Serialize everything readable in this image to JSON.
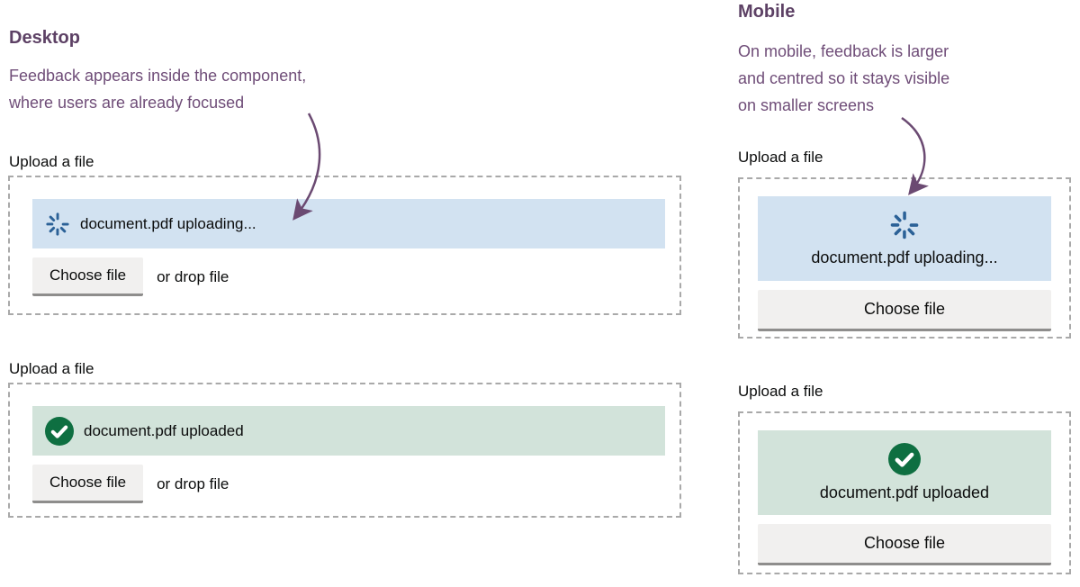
{
  "annotations": {
    "desktop": {
      "heading": "Desktop",
      "line1": "Feedback appears inside the component,",
      "line2": "where users are already focused"
    },
    "mobile": {
      "heading": "Mobile",
      "line1": "On mobile, feedback is larger",
      "line2": "and centred so it stays visible",
      "line3": "on smaller screens"
    }
  },
  "cards": [
    {
      "variant": "desktop",
      "state": "uploading",
      "label": "Upload a file",
      "status_icon": "spinner-icon",
      "status_text": "document.pdf uploading...",
      "button_label": "Choose file",
      "hint": "or drop file"
    },
    {
      "variant": "desktop",
      "state": "uploaded",
      "label": "Upload a file",
      "status_icon": "success-check-icon",
      "status_text": "document.pdf uploaded",
      "button_label": "Choose file",
      "hint": "or drop file"
    },
    {
      "variant": "mobile",
      "state": "uploading",
      "label": "Upload a file",
      "status_icon": "spinner-icon",
      "status_text": "document.pdf uploading...",
      "button_label": "Choose file"
    },
    {
      "variant": "mobile",
      "state": "uploaded",
      "label": "Upload a file",
      "status_icon": "success-check-icon",
      "status_text": "document.pdf uploaded",
      "button_label": "Choose file"
    }
  ],
  "colors": {
    "annotation_purple": "#6b4a72",
    "info_background": "#d2e2f1",
    "info_icon_blue": "#2b6197",
    "success_background": "#d2e3da",
    "success_icon_green": "#0e6f41",
    "button_background": "#f1f0ef",
    "button_border_bottom": "#8e8d8c",
    "dashed_border": "#a9a9a9",
    "text": "#0b0c0c"
  }
}
